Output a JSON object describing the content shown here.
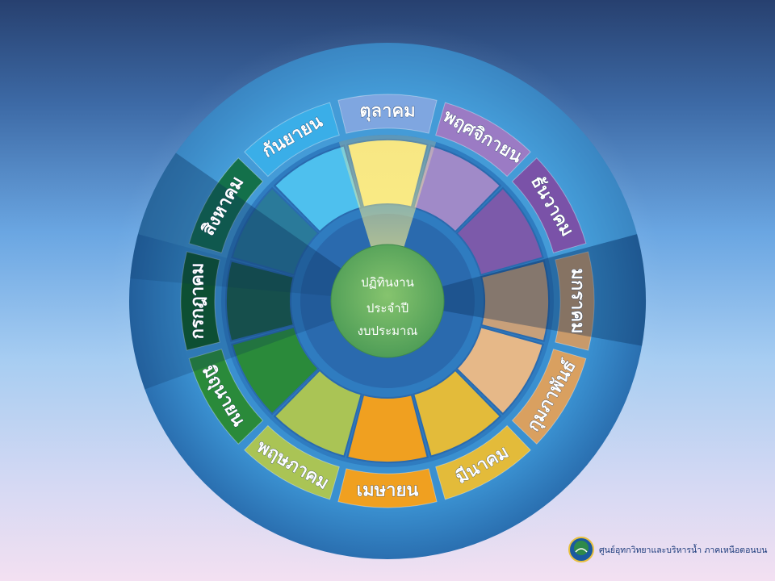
{
  "center": {
    "line1": "ปฏิทินงาน",
    "line2": "ประจำปี",
    "line3": "งบประมาณ"
  },
  "months": [
    {
      "name": "ตุลาคม",
      "color": "#7fa6e0",
      "inner": "#f5e27a"
    },
    {
      "name": "พฤศจิกายน",
      "color": "#9b7bc4",
      "inner": "#a08ac8"
    },
    {
      "name": "ธันวาคม",
      "color": "#7a52a8",
      "inner": "#7c5aaa"
    },
    {
      "name": "มกราคม",
      "color": "#c99a6a",
      "inner": "#c8a07a"
    },
    {
      "name": "กุมภาพันธ์",
      "color": "#d9a060",
      "inner": "#e6b888"
    },
    {
      "name": "มีนาคม",
      "color": "#e3bb3a",
      "inner": "#e3bb3a"
    },
    {
      "name": "เมษายน",
      "color": "#f0a020",
      "inner": "#f0a020"
    },
    {
      "name": "พฤษภาคม",
      "color": "#aac455",
      "inner": "#aac455"
    },
    {
      "name": "มิถุนายน",
      "color": "#2a8a3a",
      "inner": "#2a8a3a"
    },
    {
      "name": "กรกฎาคม",
      "color": "#0f5a2a",
      "inner": "#1a5a4a"
    },
    {
      "name": "สิงหาคม",
      "color": "#13704a",
      "inner": "#2a7a9a"
    },
    {
      "name": "กันยายน",
      "color": "#3aaee8",
      "inner": "#4ec0ee"
    }
  ],
  "footer": {
    "org": "ศูนย์อุทกวิทยาและบริหารน้ำ ภาคเหนือตอนบน"
  },
  "colors": {
    "outer_ring": "#3f9bd6",
    "middle_ring": "#2f7fc4",
    "inner_disk": "#2c6fb3",
    "center": "#5aaa5a"
  }
}
